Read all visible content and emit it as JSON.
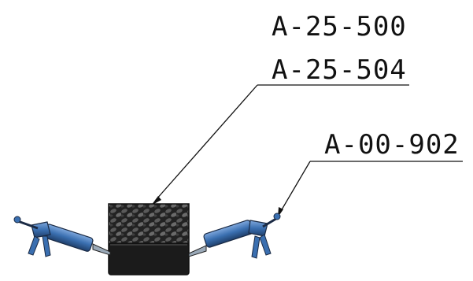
{
  "callouts": [
    {
      "part_number": "A-25-500"
    },
    {
      "part_number": "A-25-504"
    },
    {
      "part_number": "A-00-902"
    }
  ],
  "colors": {
    "line": "#111111",
    "gun_body": "#3a6fb0",
    "gun_dark": "#1f3f6b",
    "block_dark": "#1b1b1b",
    "texture": "#4a4a4a"
  },
  "icons": {
    "left_gun": "caulk-gun-icon",
    "right_gun": "caulk-gun-icon",
    "block": "textured-block-icon"
  }
}
